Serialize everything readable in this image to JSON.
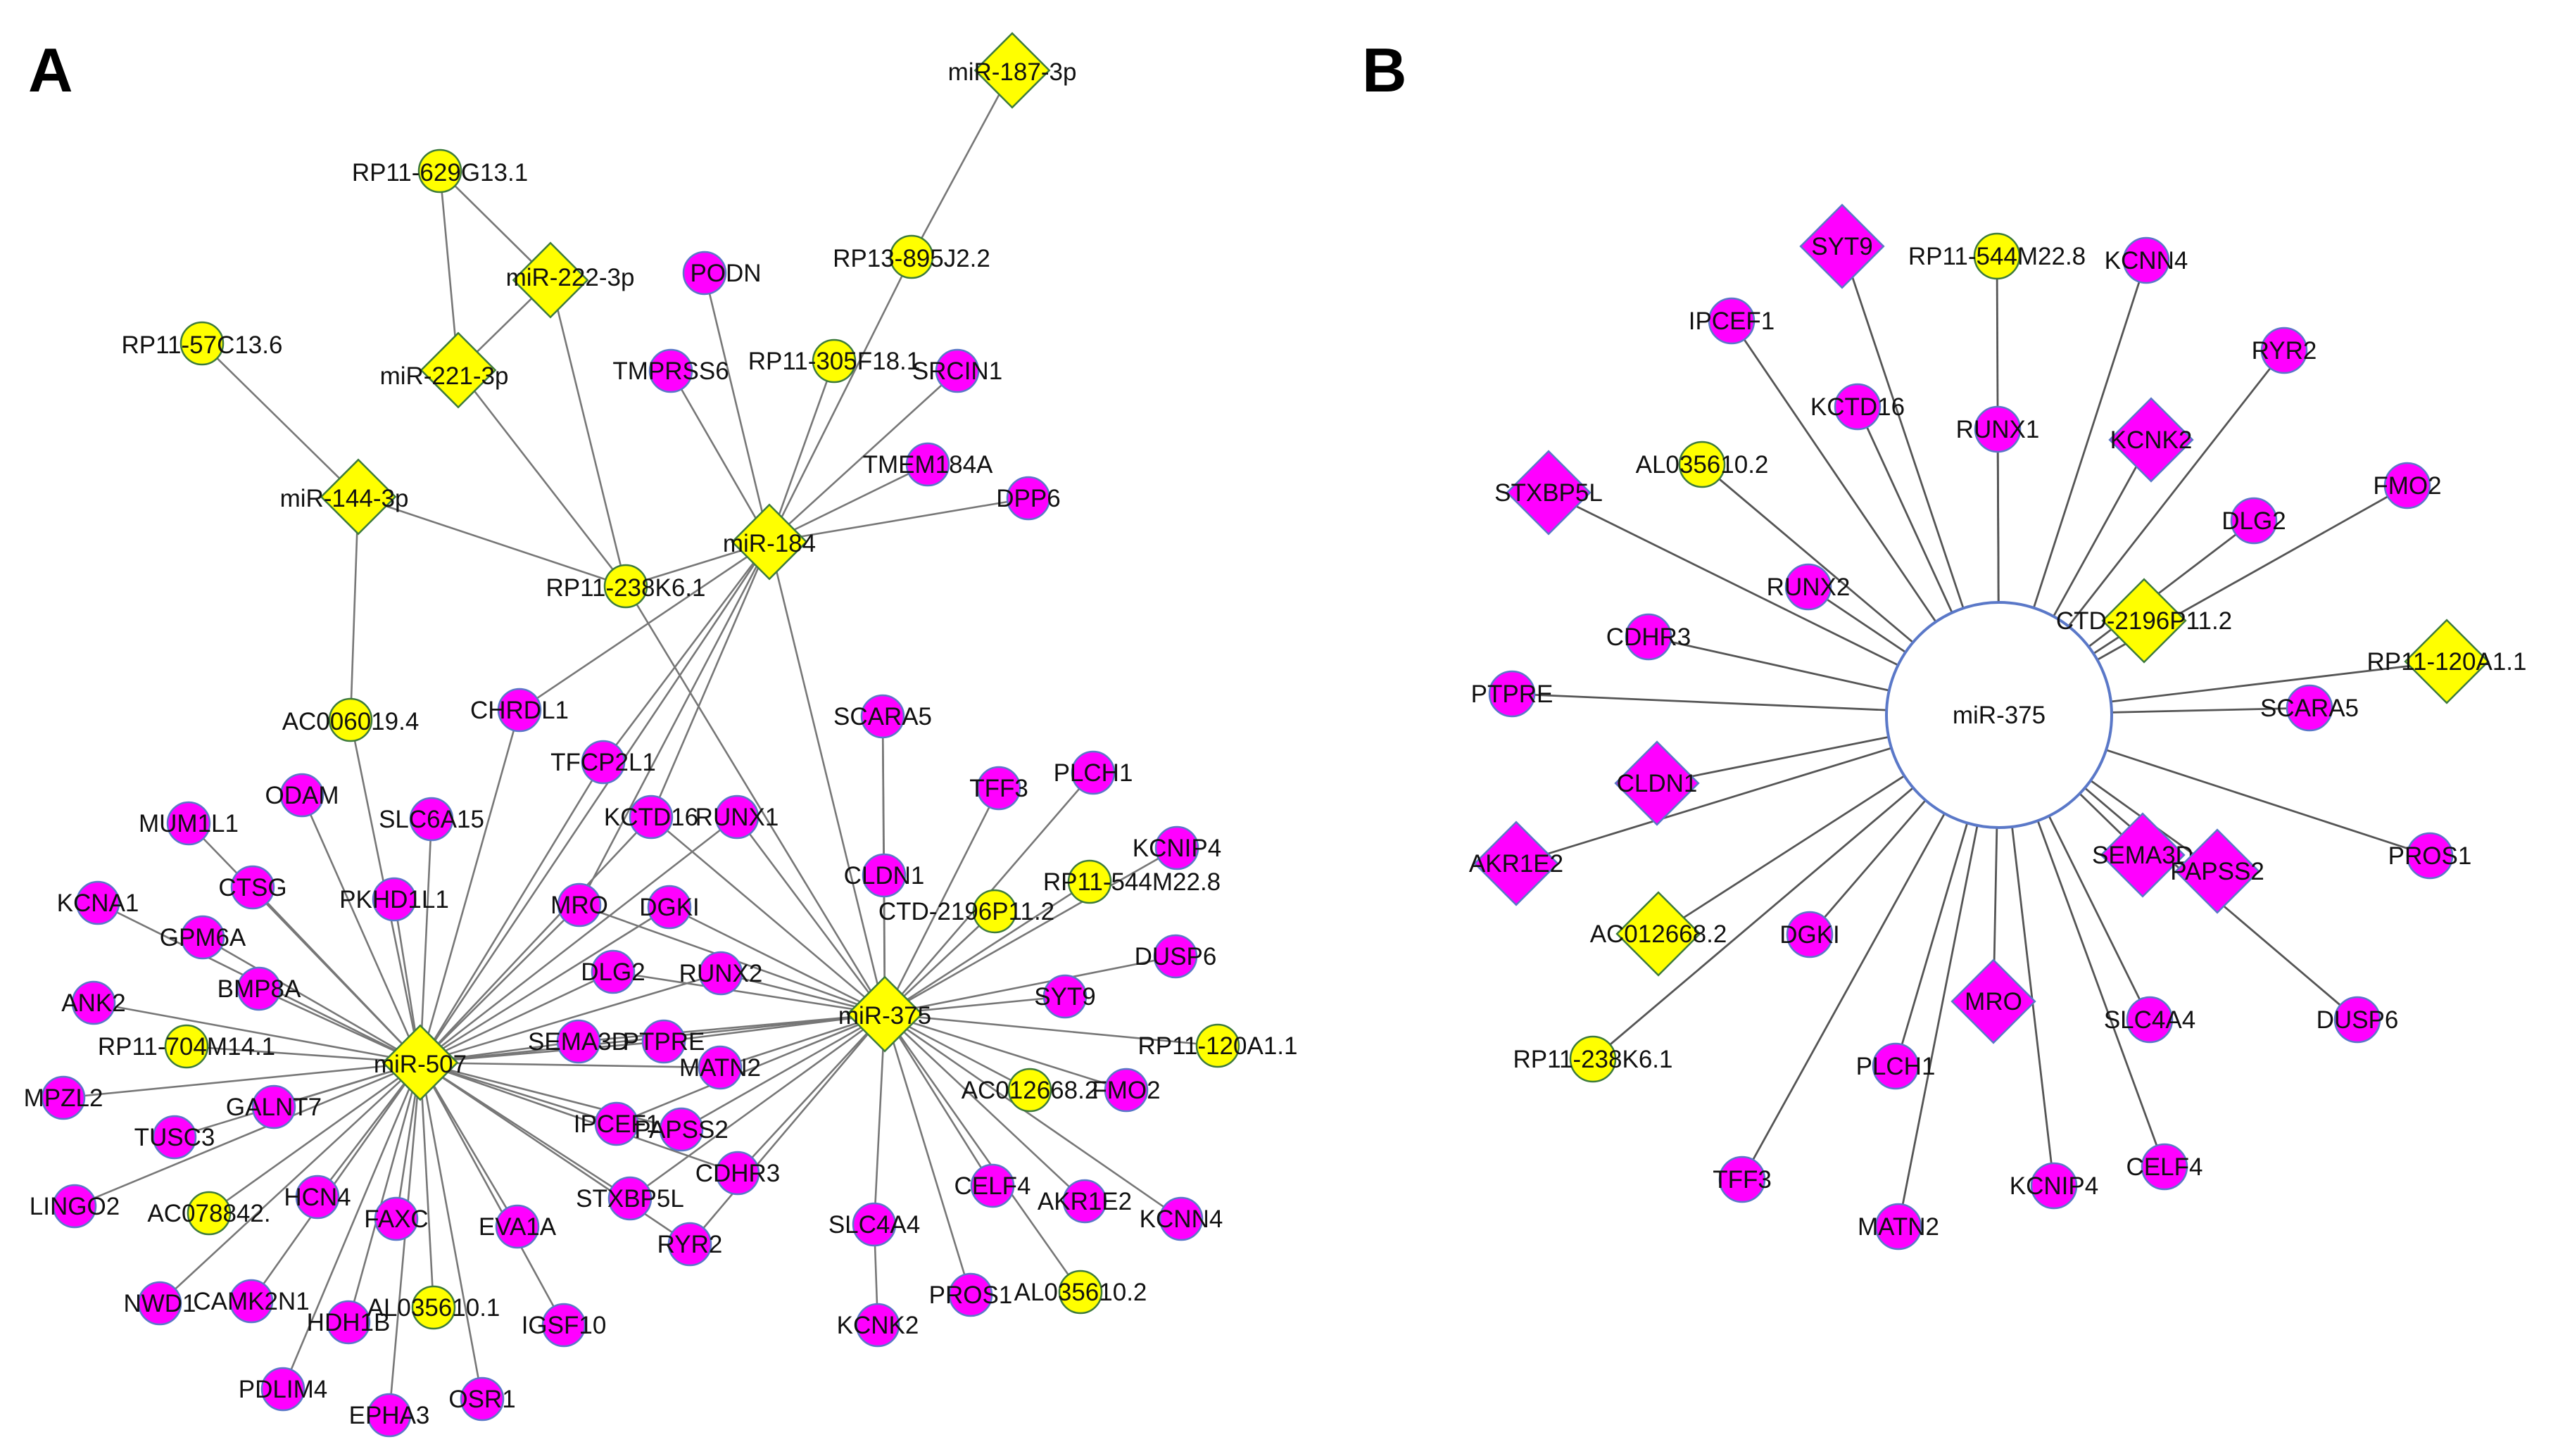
{
  "colors": {
    "mirna": "#ffff00",
    "lncrna": "#ffff00",
    "mrna": "#ff00ff",
    "node_stroke": "#5a78c8",
    "center_b": "#ffffff",
    "edge": "#777777"
  },
  "panel_a": {
    "letter": "A",
    "nodes": [
      {
        "id": "mir187",
        "label": "miR-187-3p",
        "shape": "diamond",
        "type": "mirna"
      },
      {
        "id": "rp11_629",
        "label": "RP11-629G13.1",
        "shape": "circle",
        "type": "lncrna"
      },
      {
        "id": "mir222",
        "label": "miR-222-3p",
        "shape": "diamond",
        "type": "mirna"
      },
      {
        "id": "mir221",
        "label": "miR-221-3p",
        "shape": "diamond",
        "type": "mirna"
      },
      {
        "id": "rp13_895",
        "label": "RP13-895J2.2",
        "shape": "circle",
        "type": "lncrna"
      },
      {
        "id": "podn",
        "label": "PODN",
        "shape": "circle",
        "type": "mrna"
      },
      {
        "id": "rp11_57",
        "label": "RP11-57C13.6",
        "shape": "circle",
        "type": "lncrna"
      },
      {
        "id": "tmprss",
        "label": "TMPRSS6",
        "shape": "circle",
        "type": "mrna"
      },
      {
        "id": "rp11_305",
        "label": "RP11-305F18.1",
        "shape": "circle",
        "type": "lncrna"
      },
      {
        "id": "srcin1",
        "label": "SRCIN1",
        "shape": "circle",
        "type": "mrna"
      },
      {
        "id": "tmem184a",
        "label": "TMEM184A",
        "shape": "circle",
        "type": "mrna"
      },
      {
        "id": "dpp6",
        "label": "DPP6",
        "shape": "circle",
        "type": "mrna"
      },
      {
        "id": "mir144",
        "label": "miR-144-3p",
        "shape": "diamond",
        "type": "mirna"
      },
      {
        "id": "mir184",
        "label": "miR-184",
        "shape": "diamond",
        "type": "mirna"
      },
      {
        "id": "rp11_238",
        "label": "RP11-238K6.1",
        "shape": "circle",
        "type": "lncrna"
      },
      {
        "id": "ac006019",
        "label": "AC006019.4",
        "shape": "circle",
        "type": "lncrna"
      },
      {
        "id": "chrdl1",
        "label": "CHRDL1",
        "shape": "circle",
        "type": "mrna"
      },
      {
        "id": "scara5",
        "label": "SCARA5",
        "shape": "circle",
        "type": "mrna"
      },
      {
        "id": "tfcp2l1",
        "label": "TFCP2L1",
        "shape": "circle",
        "type": "mrna"
      },
      {
        "id": "odam",
        "label": "ODAM",
        "shape": "circle",
        "type": "mrna"
      },
      {
        "id": "slc6a15",
        "label": "SLC6A15",
        "shape": "circle",
        "type": "mrna"
      },
      {
        "id": "kctd16",
        "label": "KCTD16",
        "shape": "circle",
        "type": "mrna"
      },
      {
        "id": "runx1",
        "label": "RUNX1",
        "shape": "circle",
        "type": "mrna"
      },
      {
        "id": "tff3",
        "label": "TFF3",
        "shape": "circle",
        "type": "mrna"
      },
      {
        "id": "plch1",
        "label": "PLCH1",
        "shape": "circle",
        "type": "mrna"
      },
      {
        "id": "mum1l1",
        "label": "MUM1L1",
        "shape": "circle",
        "type": "mrna"
      },
      {
        "id": "cldn1",
        "label": "CLDN1",
        "shape": "circle",
        "type": "mrna"
      },
      {
        "id": "kcnip4",
        "label": "KCNIP4",
        "shape": "circle",
        "type": "mrna"
      },
      {
        "id": "ctsg",
        "label": "CTSG",
        "shape": "circle",
        "type": "mrna"
      },
      {
        "id": "pkhd1l1",
        "label": "PKHD1L1",
        "shape": "circle",
        "type": "mrna"
      },
      {
        "id": "rp11_544",
        "label": "RP11-544M22.8",
        "shape": "circle",
        "type": "lncrna"
      },
      {
        "id": "kcna1",
        "label": "KCNA1",
        "shape": "circle",
        "type": "mrna"
      },
      {
        "id": "mro",
        "label": "MRO",
        "shape": "circle",
        "type": "mrna"
      },
      {
        "id": "dgki",
        "label": "DGKI",
        "shape": "circle",
        "type": "mrna"
      },
      {
        "id": "ctd2196",
        "label": "CTD-2196P11.2",
        "shape": "circle",
        "type": "lncrna"
      },
      {
        "id": "gpm6a",
        "label": "GPM6A",
        "shape": "circle",
        "type": "mrna"
      },
      {
        "id": "dusp6",
        "label": "DUSP6",
        "shape": "circle",
        "type": "mrna"
      },
      {
        "id": "ank2",
        "label": "ANK2",
        "shape": "circle",
        "type": "mrna"
      },
      {
        "id": "bmp8a",
        "label": "BMP8A",
        "shape": "circle",
        "type": "mrna"
      },
      {
        "id": "dlg2",
        "label": "DLG2",
        "shape": "circle",
        "type": "mrna"
      },
      {
        "id": "runx2",
        "label": "RUNX2",
        "shape": "circle",
        "type": "mrna"
      },
      {
        "id": "syt9",
        "label": "SYT9",
        "shape": "circle",
        "type": "mrna"
      },
      {
        "id": "mir375",
        "label": "miR-375",
        "shape": "diamond",
        "type": "mirna"
      },
      {
        "id": "rp11_704",
        "label": "RP11-704M14.1",
        "shape": "circle",
        "type": "lncrna"
      },
      {
        "id": "rp11_120",
        "label": "RP11-120A1.1",
        "shape": "circle",
        "type": "lncrna"
      },
      {
        "id": "sema3d",
        "label": "SEMA3D",
        "shape": "circle",
        "type": "mrna"
      },
      {
        "id": "ptpre",
        "label": "PTPRE",
        "shape": "circle",
        "type": "mrna"
      },
      {
        "id": "mir507",
        "label": "miR-507",
        "shape": "diamond",
        "type": "mirna"
      },
      {
        "id": "matn2",
        "label": "MATN2",
        "shape": "circle",
        "type": "mrna"
      },
      {
        "id": "mpzl2",
        "label": "MPZL2",
        "shape": "circle",
        "type": "mrna"
      },
      {
        "id": "ac012668",
        "label": "AC012668.2",
        "shape": "circle",
        "type": "lncrna"
      },
      {
        "id": "fmo2",
        "label": "FMO2",
        "shape": "circle",
        "type": "mrna"
      },
      {
        "id": "galnt7",
        "label": "GALNT7",
        "shape": "circle",
        "type": "mrna"
      },
      {
        "id": "ipcef1",
        "label": "IPCEF1",
        "shape": "circle",
        "type": "mrna"
      },
      {
        "id": "tusc3",
        "label": "TUSC3",
        "shape": "circle",
        "type": "mrna"
      },
      {
        "id": "papss2",
        "label": "PAPSS2",
        "shape": "circle",
        "type": "mrna"
      },
      {
        "id": "celf4",
        "label": "CELF4",
        "shape": "circle",
        "type": "mrna"
      },
      {
        "id": "akr1e2",
        "label": "AKR1E2",
        "shape": "circle",
        "type": "mrna"
      },
      {
        "id": "kcnn4",
        "label": "KCNN4",
        "shape": "circle",
        "type": "mrna"
      },
      {
        "id": "lingo2",
        "label": "LINGO2",
        "shape": "circle",
        "type": "mrna"
      },
      {
        "id": "ac078842",
        "label": "AC078842.",
        "shape": "circle",
        "type": "lncrna"
      },
      {
        "id": "hcn4",
        "label": "HCN4",
        "shape": "circle",
        "type": "mrna"
      },
      {
        "id": "faxc",
        "label": "FAXC",
        "shape": "circle",
        "type": "mrna"
      },
      {
        "id": "eva1a",
        "label": "EVA1A",
        "shape": "circle",
        "type": "mrna"
      },
      {
        "id": "stxbp5l",
        "label": "STXBP5L",
        "shape": "circle",
        "type": "mrna"
      },
      {
        "id": "cdhr3",
        "label": "CDHR3",
        "shape": "circle",
        "type": "mrna"
      },
      {
        "id": "slc4a4",
        "label": "SLC4A4",
        "shape": "circle",
        "type": "mrna"
      },
      {
        "id": "ryr2",
        "label": "RYR2",
        "shape": "circle",
        "type": "mrna"
      },
      {
        "id": "nwd1",
        "label": "NWD1",
        "shape": "circle",
        "type": "mrna"
      },
      {
        "id": "camk2n1",
        "label": "CAMK2N1",
        "shape": "circle",
        "type": "mrna"
      },
      {
        "id": "hdh1b",
        "label": "HDH1B",
        "shape": "circle",
        "type": "mrna"
      },
      {
        "id": "al035610a",
        "label": "AL035610.1",
        "shape": "circle",
        "type": "lncrna"
      },
      {
        "id": "igsf10",
        "label": "IGSF10",
        "shape": "circle",
        "type": "mrna"
      },
      {
        "id": "pros1",
        "label": "PROS1",
        "shape": "circle",
        "type": "mrna"
      },
      {
        "id": "al035610b",
        "label": "AL035610.2",
        "shape": "circle",
        "type": "lncrna"
      },
      {
        "id": "kcnk2",
        "label": "KCNK2",
        "shape": "circle",
        "type": "mrna"
      },
      {
        "id": "pdlim4",
        "label": "PDLIM4",
        "shape": "circle",
        "type": "mrna"
      },
      {
        "id": "epha3",
        "label": "EPHA3",
        "shape": "circle",
        "type": "mrna"
      },
      {
        "id": "osr1",
        "label": "OSR1",
        "shape": "circle",
        "type": "mrna"
      }
    ],
    "edges": [
      [
        "mir187",
        "rp13_895"
      ],
      [
        "mir222",
        "rp11_629"
      ],
      [
        "mir221",
        "rp11_629"
      ],
      [
        "mir222",
        "mir221"
      ],
      [
        "mir221",
        "rp11_238"
      ],
      [
        "mir222",
        "rp11_238"
      ],
      [
        "mir144",
        "rp11_57"
      ],
      [
        "mir144",
        "rp11_238"
      ],
      [
        "mir144",
        "ac006019"
      ],
      [
        "mir184",
        "rp13_895"
      ],
      [
        "mir184",
        "podn"
      ],
      [
        "mir184",
        "tmprss"
      ],
      [
        "mir184",
        "rp11_305"
      ],
      [
        "mir184",
        "srcin1"
      ],
      [
        "mir184",
        "tmem184a"
      ],
      [
        "mir184",
        "dpp6"
      ],
      [
        "mir184",
        "rp11_238"
      ],
      [
        "mir184",
        "chrdl1"
      ],
      [
        "mir184",
        "tfcp2l1"
      ],
      [
        "mir184",
        "kctd16"
      ],
      [
        "mir184",
        "mro"
      ],
      [
        "mir184",
        "mir507"
      ],
      [
        "mir184",
        "mir375"
      ],
      [
        "rp11_238",
        "mir375"
      ],
      [
        "ac006019",
        "mir507"
      ],
      [
        "mir507",
        "chrdl1"
      ],
      [
        "mir507",
        "tfcp2l1"
      ],
      [
        "mir507",
        "odam"
      ],
      [
        "mir507",
        "slc6a15"
      ],
      [
        "mir507",
        "kctd16"
      ],
      [
        "mir507",
        "runx1"
      ],
      [
        "mir507",
        "mum1l1"
      ],
      [
        "mir507",
        "ctsg"
      ],
      [
        "mir507",
        "pkhd1l1"
      ],
      [
        "mir507",
        "kcna1"
      ],
      [
        "mir507",
        "gpm6a"
      ],
      [
        "mir507",
        "ank2"
      ],
      [
        "mir507",
        "bmp8a"
      ],
      [
        "mir507",
        "rp11_704"
      ],
      [
        "mir507",
        "mpzl2"
      ],
      [
        "mir507",
        "galnt7"
      ],
      [
        "mir507",
        "tusc3"
      ],
      [
        "mir507",
        "lingo2"
      ],
      [
        "mir507",
        "ac078842"
      ],
      [
        "mir507",
        "hcn4"
      ],
      [
        "mir507",
        "faxc"
      ],
      [
        "mir507",
        "eva1a"
      ],
      [
        "mir507",
        "nwd1"
      ],
      [
        "mir507",
        "camk2n1"
      ],
      [
        "mir507",
        "hdh1b"
      ],
      [
        "mir507",
        "al035610a"
      ],
      [
        "mir507",
        "igsf10"
      ],
      [
        "mir507",
        "pdlim4"
      ],
      [
        "mir507",
        "epha3"
      ],
      [
        "mir507",
        "osr1"
      ],
      [
        "mir507",
        "mro"
      ],
      [
        "mir507",
        "dgki"
      ],
      [
        "mir507",
        "dlg2"
      ],
      [
        "mir507",
        "runx2"
      ],
      [
        "mir507",
        "sema3d"
      ],
      [
        "mir507",
        "ptpre"
      ],
      [
        "mir507",
        "matn2"
      ],
      [
        "mir507",
        "ipcef1"
      ],
      [
        "mir507",
        "papss2"
      ],
      [
        "mir507",
        "stxbp5l"
      ],
      [
        "mir507",
        "cdhr3"
      ],
      [
        "mir507",
        "ryr2"
      ],
      [
        "mir507",
        "mir375"
      ],
      [
        "mir375",
        "scara5"
      ],
      [
        "mir375",
        "cldn1"
      ],
      [
        "mir375",
        "tff3"
      ],
      [
        "mir375",
        "plch1"
      ],
      [
        "mir375",
        "kcnip4"
      ],
      [
        "mir375",
        "rp11_544"
      ],
      [
        "mir375",
        "ctd2196"
      ],
      [
        "mir375",
        "dusp6"
      ],
      [
        "mir375",
        "syt9"
      ],
      [
        "mir375",
        "rp11_120"
      ],
      [
        "mir375",
        "ac012668"
      ],
      [
        "mir375",
        "fmo2"
      ],
      [
        "mir375",
        "kcnn4"
      ],
      [
        "mir375",
        "akr1e2"
      ],
      [
        "mir375",
        "celf4"
      ],
      [
        "mir375",
        "slc4a4"
      ],
      [
        "mir375",
        "pros1"
      ],
      [
        "mir375",
        "al035610b"
      ],
      [
        "mir375",
        "kctd16"
      ],
      [
        "mir375",
        "runx1"
      ],
      [
        "mir375",
        "mro"
      ],
      [
        "mir375",
        "dgki"
      ],
      [
        "mir375",
        "dlg2"
      ],
      [
        "mir375",
        "runx2"
      ],
      [
        "mir375",
        "sema3d"
      ],
      [
        "mir375",
        "ptpre"
      ],
      [
        "mir375",
        "matn2"
      ],
      [
        "mir375",
        "ipcef1"
      ],
      [
        "mir375",
        "papss2"
      ],
      [
        "mir375",
        "cdhr3"
      ],
      [
        "mir375",
        "stxbp5l"
      ],
      [
        "mir375",
        "ryr2"
      ],
      [
        "slc4a4",
        "kcnk2"
      ],
      [
        "scara5",
        "cldn1"
      ]
    ]
  },
  "panel_b": {
    "letter": "B",
    "center": {
      "id": "b_mir375",
      "label": "miR-375"
    },
    "nodes": [
      {
        "id": "b_syt9",
        "label": "SYT9",
        "shape": "diamond",
        "type": "mrna"
      },
      {
        "id": "b_rp11_544",
        "label": "RP11-544M22.8",
        "shape": "circle",
        "type": "lncrna"
      },
      {
        "id": "b_kcnn4",
        "label": "KCNN4",
        "shape": "circle",
        "type": "mrna"
      },
      {
        "id": "b_ipcef1",
        "label": "IPCEF1",
        "shape": "circle",
        "type": "mrna"
      },
      {
        "id": "b_ryr2",
        "label": "RYR2",
        "shape": "circle",
        "type": "mrna"
      },
      {
        "id": "b_kctd16",
        "label": "KCTD16",
        "shape": "circle",
        "type": "mrna"
      },
      {
        "id": "b_runx1",
        "label": "RUNX1",
        "shape": "circle",
        "type": "mrna"
      },
      {
        "id": "b_kcnk2",
        "label": "KCNK2",
        "shape": "diamond",
        "type": "mrna"
      },
      {
        "id": "b_stxbp5l",
        "label": "STXBP5L",
        "shape": "diamond",
        "type": "mrna"
      },
      {
        "id": "b_al035610",
        "label": "AL035610.2",
        "shape": "circle",
        "type": "lncrna"
      },
      {
        "id": "b_fmo2",
        "label": "FMO2",
        "shape": "circle",
        "type": "mrna"
      },
      {
        "id": "b_dlg2",
        "label": "DLG2",
        "shape": "circle",
        "type": "mrna"
      },
      {
        "id": "b_runx2",
        "label": "RUNX2",
        "shape": "circle",
        "type": "mrna"
      },
      {
        "id": "b_ctd2196",
        "label": "CTD-2196P11.2",
        "shape": "diamond",
        "type": "lncrna"
      },
      {
        "id": "b_cdhr3",
        "label": "CDHR3",
        "shape": "circle",
        "type": "mrna"
      },
      {
        "id": "b_rp11_120",
        "label": "RP11-120A1.1",
        "shape": "diamond",
        "type": "lncrna"
      },
      {
        "id": "b_ptpre",
        "label": "PTPRE",
        "shape": "circle",
        "type": "mrna"
      },
      {
        "id": "b_scara5",
        "label": "SCARA5",
        "shape": "circle",
        "type": "mrna"
      },
      {
        "id": "b_cldn1",
        "label": "CLDN1",
        "shape": "diamond",
        "type": "mrna"
      },
      {
        "id": "b_sema3d",
        "label": "SEMA3D",
        "shape": "diamond",
        "type": "mrna"
      },
      {
        "id": "b_pros1",
        "label": "PROS1",
        "shape": "circle",
        "type": "mrna"
      },
      {
        "id": "b_akr1e2",
        "label": "AKR1E2",
        "shape": "diamond",
        "type": "mrna"
      },
      {
        "id": "b_papss2",
        "label": "PAPSS2",
        "shape": "diamond",
        "type": "mrna"
      },
      {
        "id": "b_ac012668",
        "label": "AC012668.2",
        "shape": "diamond",
        "type": "lncrna"
      },
      {
        "id": "b_dgki",
        "label": "DGKI",
        "shape": "circle",
        "type": "mrna"
      },
      {
        "id": "b_slc4a4",
        "label": "SLC4A4",
        "shape": "circle",
        "type": "mrna"
      },
      {
        "id": "b_dusp6",
        "label": "DUSP6",
        "shape": "circle",
        "type": "mrna"
      },
      {
        "id": "b_mro",
        "label": "MRO",
        "shape": "diamond",
        "type": "mrna"
      },
      {
        "id": "b_rp11_238",
        "label": "RP11-238K6.1",
        "shape": "circle",
        "type": "lncrna"
      },
      {
        "id": "b_plch1",
        "label": "PLCH1",
        "shape": "circle",
        "type": "mrna"
      },
      {
        "id": "b_tff3",
        "label": "TFF3",
        "shape": "circle",
        "type": "mrna"
      },
      {
        "id": "b_celf4",
        "label": "CELF4",
        "shape": "circle",
        "type": "mrna"
      },
      {
        "id": "b_kcnip4",
        "label": "KCNIP4",
        "shape": "circle",
        "type": "mrna"
      },
      {
        "id": "b_matn2",
        "label": "MATN2",
        "shape": "circle",
        "type": "mrna"
      }
    ]
  }
}
